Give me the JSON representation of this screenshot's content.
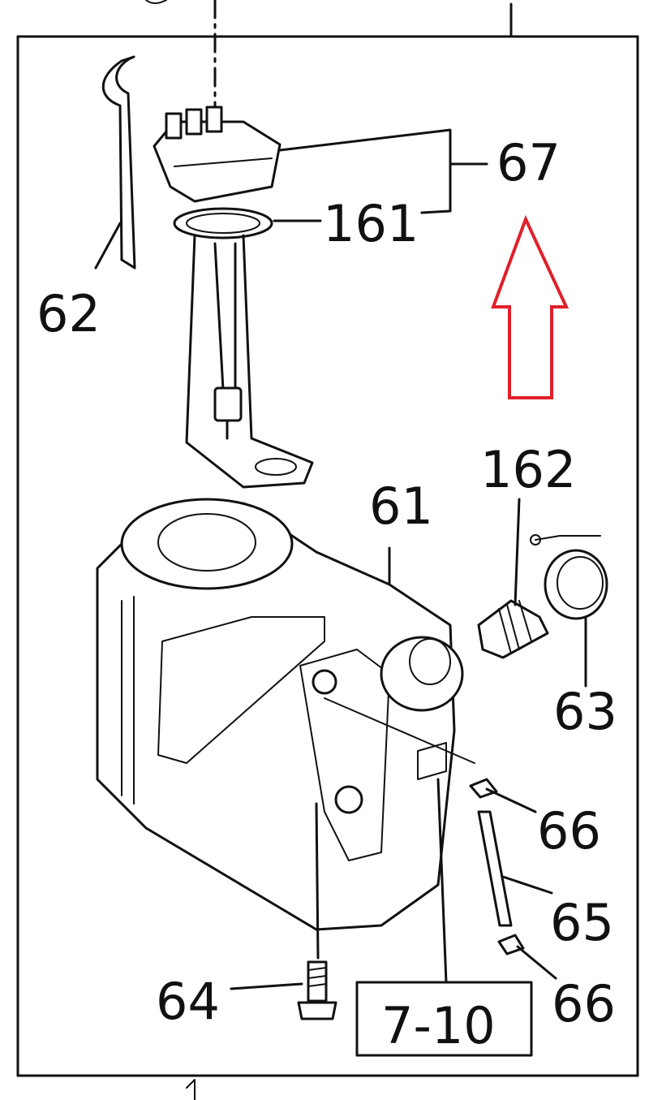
{
  "callouts": {
    "c67": "67",
    "c161": "161",
    "c62": "62",
    "c162": "162",
    "c61": "61",
    "c63": "63",
    "c66a": "66",
    "c65": "65",
    "c66b": "66",
    "c64": "64",
    "ref": "7-10"
  },
  "indicator": {
    "arrow_color": "#e0202a",
    "direction": "up"
  }
}
